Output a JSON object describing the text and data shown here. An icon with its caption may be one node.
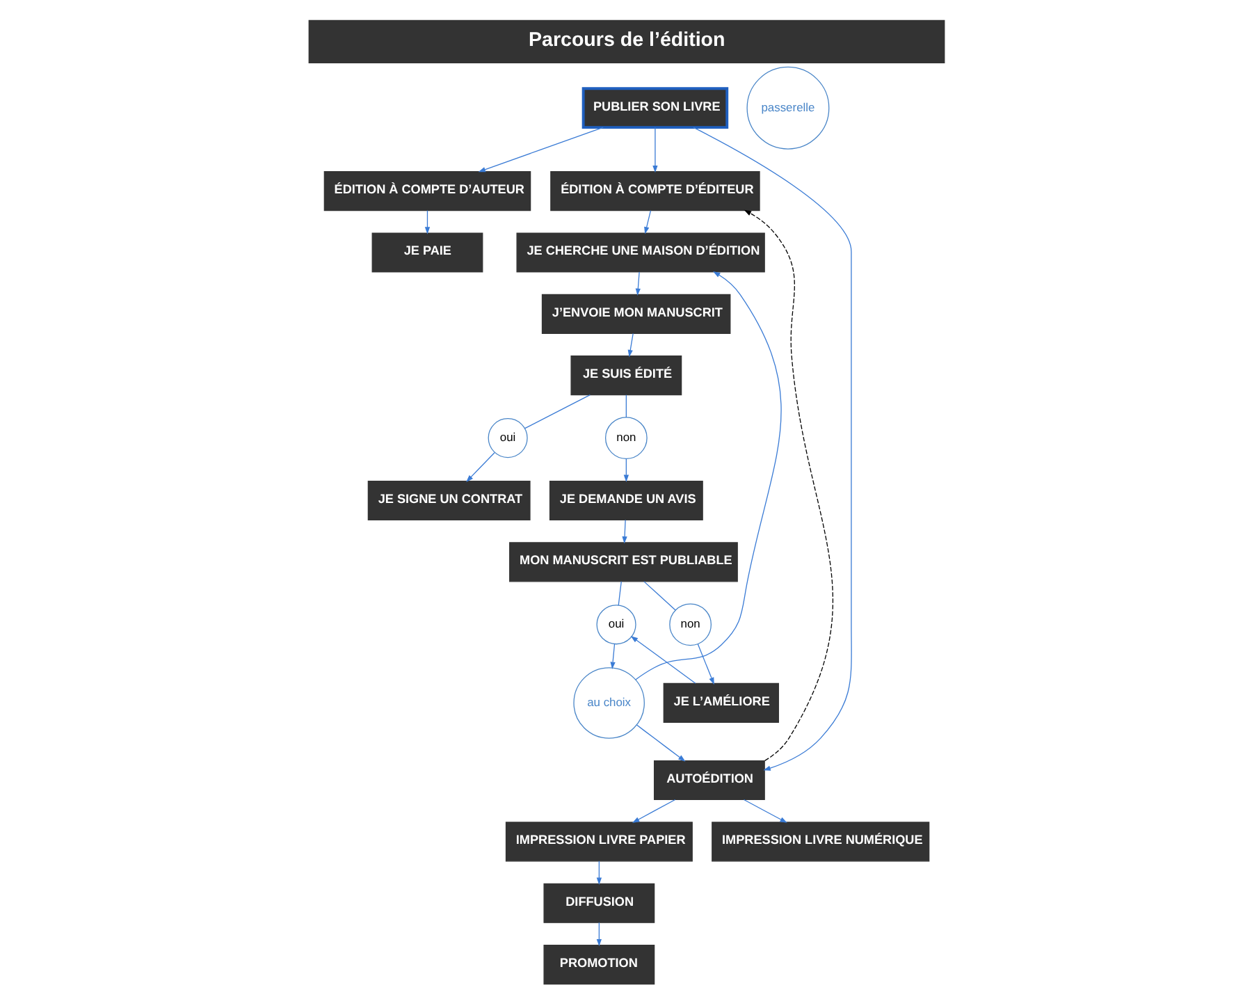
{
  "diagram": {
    "title": "Parcours de l’édition",
    "nodes": [
      {
        "text": [
          "PUBLIER SON LIVRE"
        ]
      },
      {
        "text": [
          "ÉDITION À COMPTE D’AUTEUR"
        ]
      },
      {
        "text": [
          "JE PAIE"
        ]
      },
      {
        "text": [
          "ÉDITION À COMPTE D’ÉDITEUR"
        ]
      },
      {
        "text": [
          "JE CHERCHE UNE MAISON D’ÉDITION"
        ]
      },
      {
        "text": [
          "J’ENVOIE MON MANUSCRIT"
        ]
      },
      {
        "text": [
          "JE SUIS ÉDITÉ"
        ]
      },
      {
        "text": [
          "oui"
        ]
      },
      {
        "text": [
          "JE SIGNE UN CONTRAT"
        ]
      },
      {
        "text": [
          "passerelle"
        ]
      },
      {
        "text": [
          "non"
        ]
      },
      {
        "text": [
          "AUTOÉDITION"
        ]
      },
      {
        "text": [
          "au choix"
        ]
      },
      {
        "text": [
          "oui"
        ]
      },
      {
        "text": [
          "MON MANUSCRIT EST PUBLIABLE"
        ]
      },
      {
        "text": [
          "JE DEMANDE UN AVIS"
        ]
      },
      {
        "text": [
          "non"
        ]
      },
      {
        "text": [
          "IMPRESSION LIVRE PAPIER"
        ]
      },
      {
        "text": [
          "IMPRESSION LIVRE NUMÉRIQUE"
        ]
      },
      {
        "text": [
          "JE L’AMÉLIORE"
        ]
      },
      {
        "text": [
          "DIFFUSION"
        ]
      },
      {
        "text": [
          "PROMOTION"
        ]
      }
    ],
    "edges": [
      {
        "from": 0,
        "to": 1,
        "arrow": "to"
      },
      {
        "from": 0,
        "to": 3,
        "arrow": "to"
      },
      {
        "from": 0,
        "to": 11,
        "arrow": "to"
      },
      {
        "from": 1,
        "to": 2,
        "arrow": "to"
      },
      {
        "from": 3,
        "to": 4,
        "arrow": "to"
      },
      {
        "from": 4,
        "to": 5,
        "arrow": "to"
      },
      {
        "from": 5,
        "to": 6,
        "arrow": "to"
      },
      {
        "from": 6,
        "to": 7,
        "arrow": "none"
      },
      {
        "from": 7,
        "to": 8,
        "arrow": "to"
      },
      {
        "from": 6,
        "to": 10,
        "arrow": "none"
      },
      {
        "from": 10,
        "to": 15,
        "arrow": "to"
      },
      {
        "from": 15,
        "to": 14,
        "arrow": "to"
      },
      {
        "from": 14,
        "to": 13,
        "arrow": "none"
      },
      {
        "from": 13,
        "to": 12,
        "arrow": "to"
      },
      {
        "from": 12,
        "to": 11,
        "arrow": "to"
      },
      {
        "from": 12,
        "to": 4,
        "arrow": "to"
      },
      {
        "from": 11,
        "to": 3,
        "arrow": "to",
        "style": "dashed",
        "color": "#000000"
      },
      {
        "from": 14,
        "to": 16,
        "arrow": "none"
      },
      {
        "from": 16,
        "to": 19,
        "arrow": "to"
      },
      {
        "from": 19,
        "to": 13,
        "arrow": "to"
      },
      {
        "from": 11,
        "to": 17,
        "arrow": "to"
      },
      {
        "from": 11,
        "to": 18,
        "arrow": "to"
      },
      {
        "from": 17,
        "to": 20,
        "arrow": "to"
      },
      {
        "from": 20,
        "to": 21,
        "arrow": "to"
      }
    ]
  }
}
